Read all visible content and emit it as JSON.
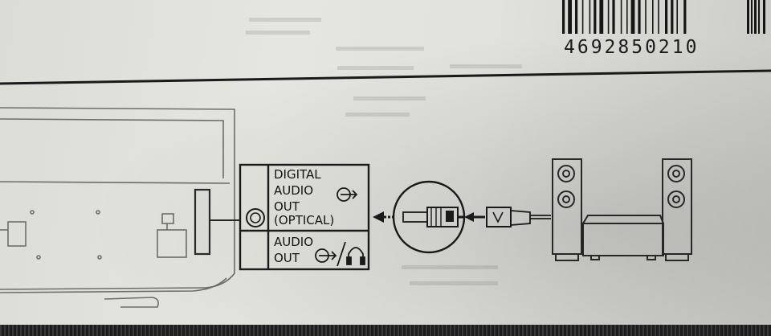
{
  "barcode": {
    "number": "4692850210"
  },
  "panel": {
    "digital_line1": "DIGITAL",
    "digital_line2": "AUDIO",
    "digital_line3": "OUT",
    "digital_line4": "(OPTICAL)",
    "audio_line1": "AUDIO",
    "audio_line2": "OUT"
  },
  "icons": {
    "optical_port": "optical-port-icon",
    "audio_out": "audio-out-arrow-icon",
    "headphone": "headphone-icon",
    "cable": "optical-cable-icon",
    "speakers": "speaker-icon",
    "receiver": "receiver-icon",
    "tv": "tv-rear-icon"
  }
}
